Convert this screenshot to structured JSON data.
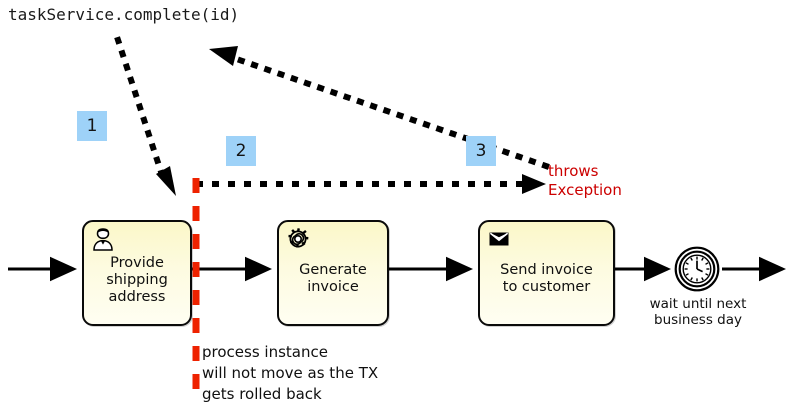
{
  "diagram": {
    "title_code": "taskService.complete(id)",
    "background": "#ffffff",
    "badge_color": "#9ed2f8",
    "task_fill": "#fdfbe0",
    "task_border": "#0a0a0a",
    "rollback_color": "#ee2200",
    "exception_color": "#cc0000"
  },
  "badges": [
    {
      "label": "1"
    },
    {
      "label": "2"
    },
    {
      "label": "3"
    }
  ],
  "tasks": [
    {
      "id": "provide",
      "label": "Provide\nshipping\naddress",
      "icon": "user-icon"
    },
    {
      "id": "generate",
      "label": "Generate\ninvoice",
      "icon": "gear-icon"
    },
    {
      "id": "send",
      "label": "Send invoice\nto customer",
      "icon": "envelope-icon"
    }
  ],
  "timer_event": {
    "icon": "clock-icon",
    "caption": "wait until next\nbusiness day"
  },
  "annotations": {
    "exception": "throws\nException",
    "rollback": "process instance\nwill not move as the TX\ngets rolled back"
  }
}
